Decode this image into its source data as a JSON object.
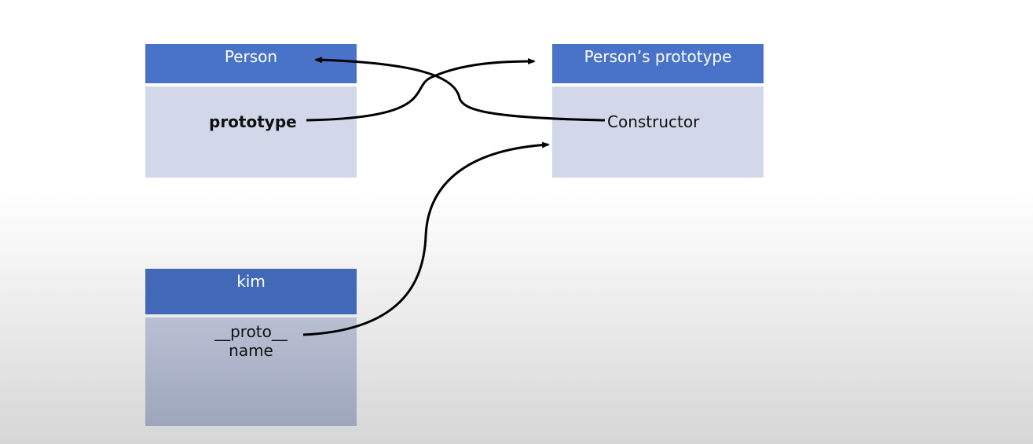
{
  "person": {
    "title": "Person",
    "field": "prototype"
  },
  "person_prototype": {
    "title": "Person’s prototype",
    "field": "Constructor"
  },
  "kim": {
    "title": "kim",
    "fields": [
      "__proto__",
      "name"
    ]
  },
  "colors": {
    "header_blue": "#4873c8",
    "body_light": "#d2d8ea",
    "arrow": "#000000"
  }
}
